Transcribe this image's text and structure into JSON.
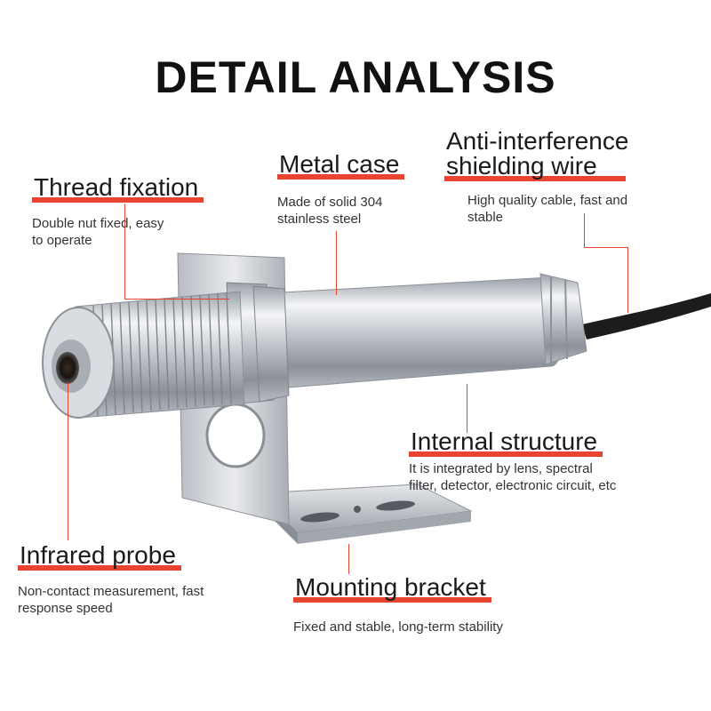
{
  "title": "DETAIL ANALYSIS",
  "callouts": {
    "thread": {
      "heading": "Thread fixation",
      "desc_lines": [
        "Double nut fixed, easy",
        "to operate"
      ]
    },
    "metal": {
      "heading": "Metal case",
      "desc_lines": [
        "Made of solid 304",
        "stainless steel"
      ]
    },
    "shield": {
      "heading_lines": [
        "Anti-interference",
        "shielding wire"
      ],
      "desc_lines": [
        "High quality cable, fast and",
        "stable"
      ]
    },
    "internal": {
      "heading": "Internal structure",
      "desc_lines": [
        "It is integrated by lens, spectral",
        "filter, detector, electronic circuit, etc"
      ]
    },
    "probe": {
      "heading": "Infrared probe",
      "desc_lines": [
        "Non-contact measurement, fast",
        "response speed"
      ]
    },
    "bracket": {
      "heading": "Mounting bracket",
      "desc_lines": [
        "Fixed and stable, long-term stability"
      ]
    }
  },
  "colors": {
    "accent": "#e8442f",
    "metal": "#c9ccd1",
    "cable": "#1c1c1c"
  }
}
